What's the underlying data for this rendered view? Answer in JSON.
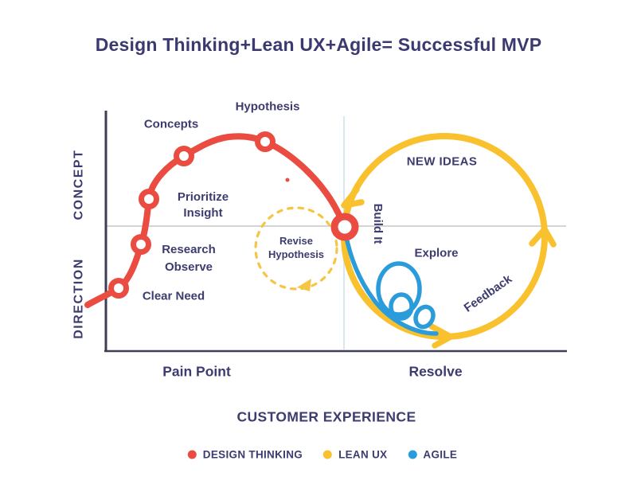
{
  "title": "Design Thinking+Lean UX+Agile= Successful MVP",
  "axes": {
    "y_upper_label": "CONCEPT",
    "y_lower_label": "DIRECTION",
    "x_left_label": "Pain Point",
    "x_right_label": "Resolve",
    "x_axis_title": "CUSTOMER EXPERIENCE"
  },
  "design_thinking_curve": {
    "clear_need": "Clear Need",
    "research_observe": "Research\nObserve",
    "prioritize_insight": "Prioritize\nInsight",
    "concepts": "Concepts",
    "hypothesis": "Hypothesis"
  },
  "lean_ux_loop": {
    "new_ideas": "NEW IDEAS",
    "build_it": "Build It",
    "explore": "Explore",
    "feedback": "Feedback",
    "revise_hypothesis": "Revise\nHypothesis"
  },
  "legend": {
    "items": [
      {
        "label": "DESIGN THINKING",
        "color": "#ea4c41"
      },
      {
        "label": "LEAN UX",
        "color": "#f8c12d"
      },
      {
        "label": "AGILE",
        "color": "#2b9cdb"
      }
    ]
  },
  "colors": {
    "design_thinking_red": "#ea4c41",
    "lean_ux_yellow": "#f8c12d",
    "agile_blue": "#2b9cdb",
    "text_navy": "#3d3c6f",
    "axis_dark": "#3e3e54",
    "grid_gray": "#c6c6c6",
    "grid_light_blue": "#cfe3ee"
  }
}
